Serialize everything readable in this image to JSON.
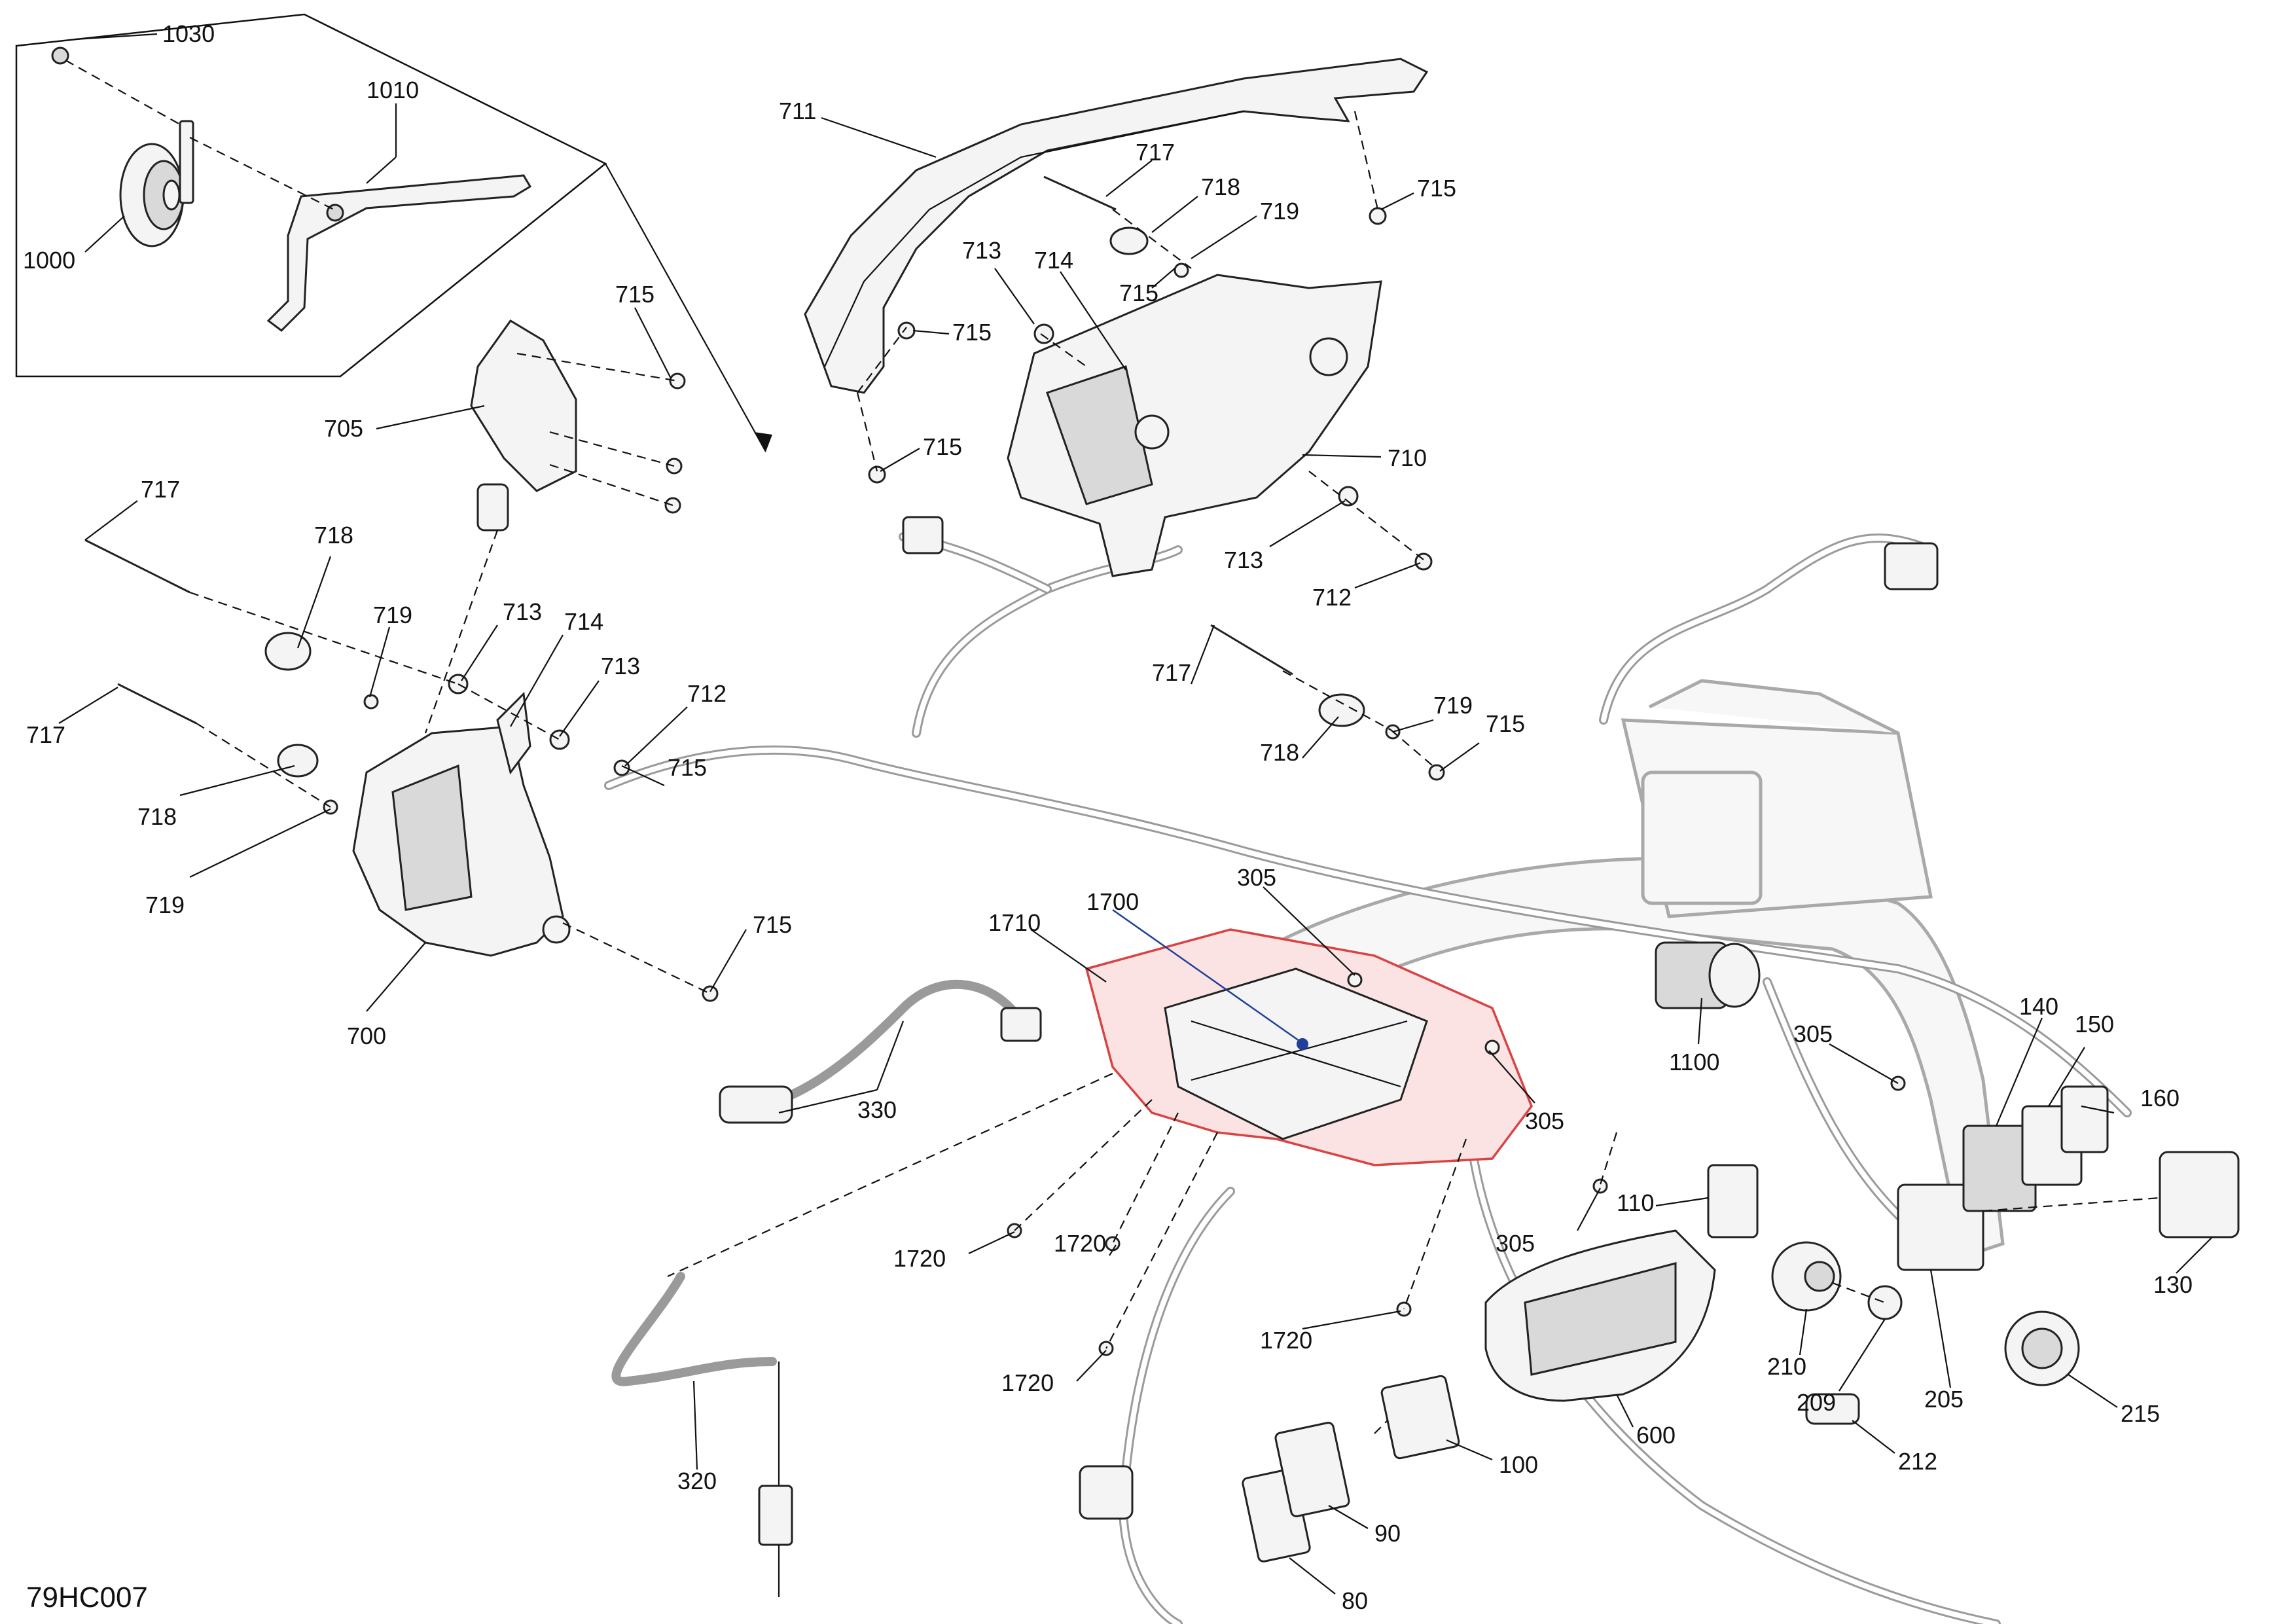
{
  "reference_code": "79HC007",
  "colors": {
    "highlight": "#d94343",
    "highlight_fill": "#fbe3e3",
    "line": "#111111",
    "harness": "#9a9a9a",
    "leader_blue": "#1f3f9a"
  },
  "labels": {
    "l1030": "1030",
    "l1010": "1010",
    "l1000": "1000",
    "l711": "711",
    "l717a": "717",
    "l718a": "718",
    "l719a": "719",
    "l715a": "715",
    "l713a": "713",
    "l714a": "714",
    "l715b": "715",
    "l715c": "715",
    "l710": "710",
    "l713b": "713",
    "l712a": "712",
    "l715d": "715",
    "l705": "705",
    "l715e": "715",
    "l717b": "717",
    "l718b": "718",
    "l719b": "719",
    "l713c": "713",
    "l714b": "714",
    "l713d": "713",
    "l712b": "712",
    "l717c": "717",
    "l715f": "715",
    "l718c": "718",
    "l719c": "719",
    "l717d": "717",
    "l719d": "719",
    "l718d": "718",
    "l715g": "715",
    "l715h": "715",
    "l700": "700",
    "l1710": "1710",
    "l1700": "1700",
    "l305a": "305",
    "l330": "330",
    "l305b": "305",
    "l1100": "1100",
    "l305c": "305",
    "l140": "140",
    "l150": "150",
    "l160": "160",
    "l110": "110",
    "l305d": "305",
    "l1720a": "1720",
    "l1720b": "1720",
    "l1720c": "1720",
    "l1720d": "1720",
    "l130": "130",
    "l210": "210",
    "l209": "209",
    "l205": "205",
    "l215": "215",
    "l212": "212",
    "l600": "600",
    "l100": "100",
    "l90": "90",
    "l80": "80",
    "l320": "320"
  }
}
